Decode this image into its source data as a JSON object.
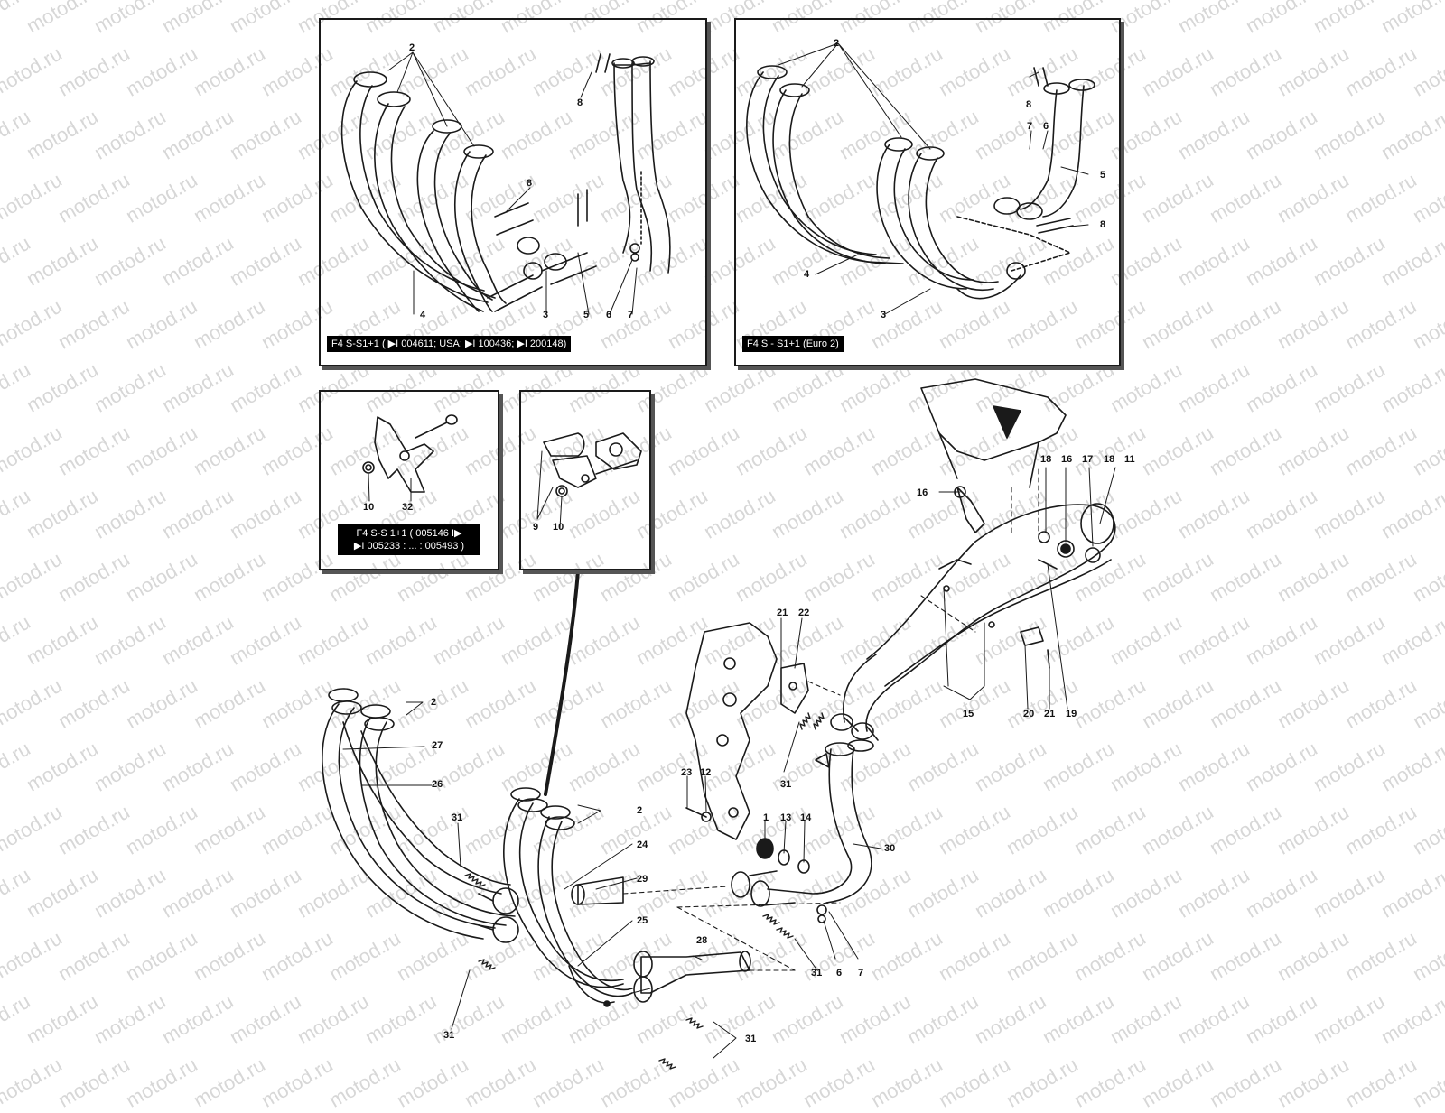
{
  "watermark": "motod.ru",
  "insets": {
    "top_left_caption": "F4 S-S1+1 ( ▶I 004611; USA: ▶I 100436; ▶I 200148)",
    "top_right_caption": "F4 S - S1+1 (Euro 2)",
    "mid_left_caption_line1": "F4 S-S 1+1 ( 005146 I▶",
    "mid_left_caption_line2": "▶I 005233 : ... : 005493 )"
  },
  "labels": {
    "l1": "1",
    "l2": "2",
    "l3": "3",
    "l4": "4",
    "l5": "5",
    "l6": "6",
    "l7": "7",
    "l8": "8",
    "l9": "9",
    "l10": "10",
    "l11": "11",
    "l12": "12",
    "l13": "13",
    "l14": "14",
    "l15": "15",
    "l16": "16",
    "l17": "17",
    "l18": "18",
    "l19": "19",
    "l20": "20",
    "l21": "21",
    "l22": "22",
    "l23": "23",
    "l24": "24",
    "l25": "25",
    "l26": "26",
    "l27": "27",
    "l28": "28",
    "l29": "29",
    "l30": "30",
    "l31": "31",
    "l32": "32"
  }
}
